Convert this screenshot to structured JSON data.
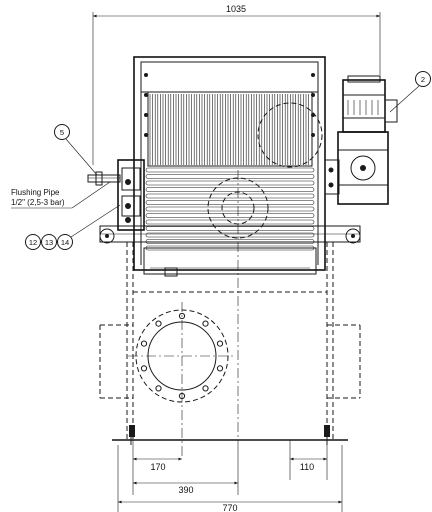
{
  "drawing": {
    "dimensions": {
      "overall_width": "1035",
      "dim_170": "170",
      "dim_110": "110",
      "dim_390": "390",
      "dim_770": "770"
    },
    "flushing_pipe": {
      "line1": "Flushing Pipe",
      "line2": "1/2\" (2,5-3 bar)"
    },
    "balloons": {
      "b2": "2",
      "b5": "5",
      "b12": "12",
      "b13": "13",
      "b14": "14"
    }
  }
}
